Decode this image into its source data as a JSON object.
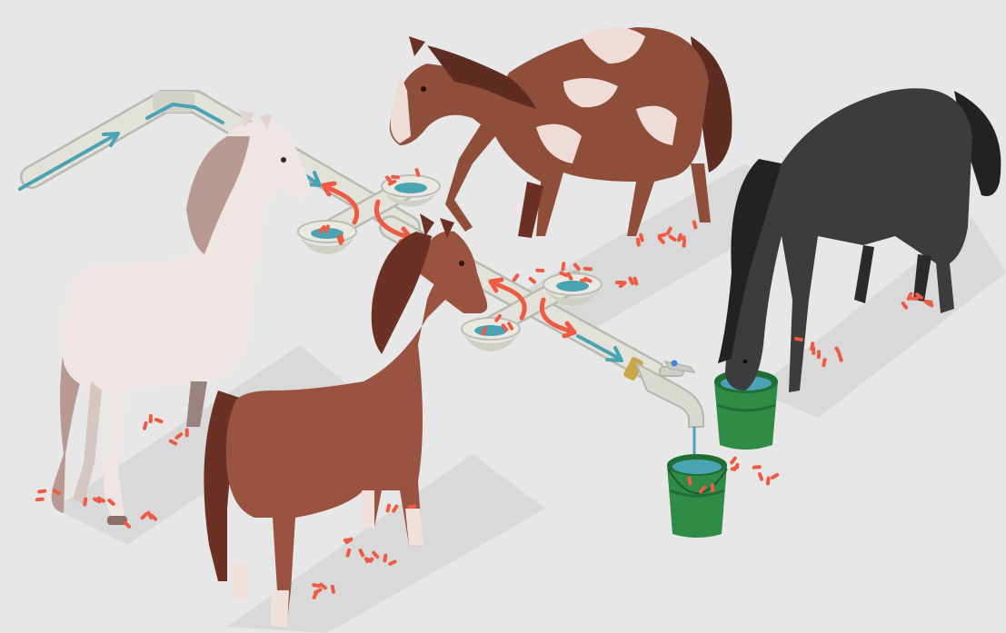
{
  "scene": {
    "horses": [
      {
        "name": "white-horse",
        "coat": "#efe6e3",
        "mane": "#b89a93",
        "shade": "#d6c6c1"
      },
      {
        "name": "pinto-horse",
        "coat": "#8e4e3a",
        "mane": "#5e2c20",
        "patch": "#f0dcd6"
      },
      {
        "name": "chestnut-horse",
        "coat": "#9a5341",
        "mane": "#6a3124",
        "sock": "#f1dfd9"
      },
      {
        "name": "black-horse",
        "coat": "#3c3c3c",
        "mane": "#222222",
        "shade": "#2b2b2b"
      }
    ],
    "colors": {
      "background": "#e7e7e7",
      "shadow": "#d7d7d7",
      "pipe": "#dcdcd4",
      "pipe_outline": "#b7b7ae",
      "water_arrow": "#4aa3b3",
      "bacteria": "#ee5b45",
      "bucket": "#2f8c46",
      "bucket_dark": "#236b35",
      "faucet": "#d9d9d2",
      "brass": "#c9a646"
    },
    "icons": [
      "pipe",
      "water-arrow",
      "bacteria-arrow",
      "feed-bowl",
      "faucet",
      "water-bucket"
    ]
  }
}
